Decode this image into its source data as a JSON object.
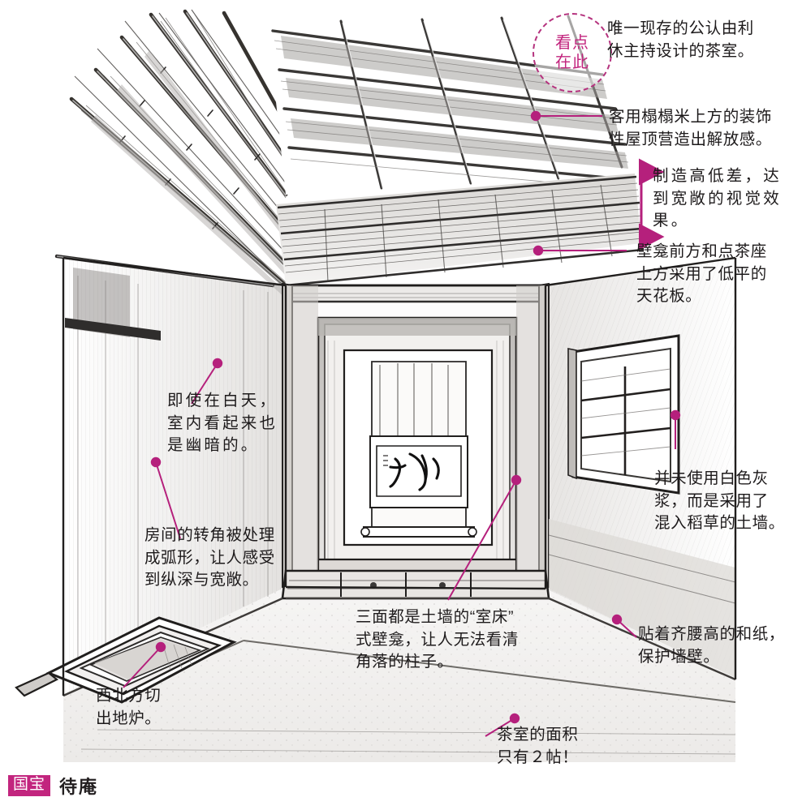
{
  "figure": {
    "kind": "annotated-architectural-sketch",
    "subject": "Japanese tea room interior perspective sketch",
    "accent_color": "#c2257e",
    "line_color": "#231f20",
    "paper_color": "#ffffff"
  },
  "focus_bubble": {
    "line1": "看点",
    "line2": "在此"
  },
  "annotations": [
    {
      "id": "only-surviving",
      "text": "唯一现存的公认由利\n休主持设计的茶室。",
      "leader": "none"
    },
    {
      "id": "guest-tatami-ceiling",
      "text": "客用榻榻米上方的装饰\n性屋顶营造出解放感。",
      "leader": "line-left"
    },
    {
      "id": "height-difference",
      "text": "制造高低差，达\n到宽敞的视觉效\n果。",
      "leader": "double-arrow"
    },
    {
      "id": "low-flat-ceiling",
      "text": "壁龛前方和点茶座\n上方采用了低平的\n天花板。",
      "leader": "line-left"
    },
    {
      "id": "straw-earth-wall",
      "text": "并未使用白色灰\n浆，而是采用了\n混入稻草的土墙。",
      "leader": "dot-line"
    },
    {
      "id": "washi-waist-high",
      "text": "贴着齐腰高的和纸，\n保护墙壁。",
      "leader": "dot-line"
    },
    {
      "id": "dark-even-in-daytime",
      "text": "即使在白天，\n室内看起来也\n是幽暗的。",
      "leader": "dot-line"
    },
    {
      "id": "rounded-corners",
      "text": "房间的转角被处理\n成弧形，让人感受\n到纵深与宽敞。",
      "leader": "dot-line"
    },
    {
      "id": "muro-doko-alcove",
      "text": "三面都是土墙的“室床”\n式壁龛，让人无法看清\n角落的柱子。",
      "leader": "dot-line"
    },
    {
      "id": "northwest-hearth",
      "text": "西北方切\n出地炉。",
      "leader": "dot-line"
    },
    {
      "id": "two-tatami-area",
      "text": "茶室的面积\n只有２帖！",
      "leader": "dot-line"
    }
  ],
  "caption": {
    "badge": "国宝",
    "name": "待庵"
  }
}
